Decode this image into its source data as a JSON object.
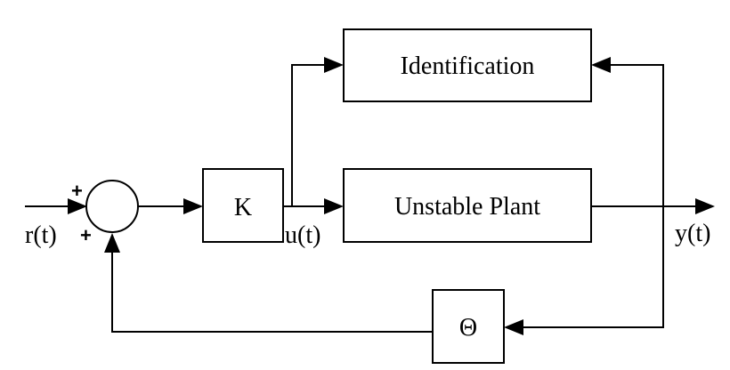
{
  "blocks": {
    "identification": "Identification",
    "controller": "K",
    "plant": "Unstable Plant",
    "feedback": "Θ"
  },
  "signals": {
    "reference": "r(t)",
    "control": "u(t)",
    "output": "y(t)"
  },
  "summing_junction": {
    "input_sign": "+",
    "feedback_sign": "+"
  }
}
